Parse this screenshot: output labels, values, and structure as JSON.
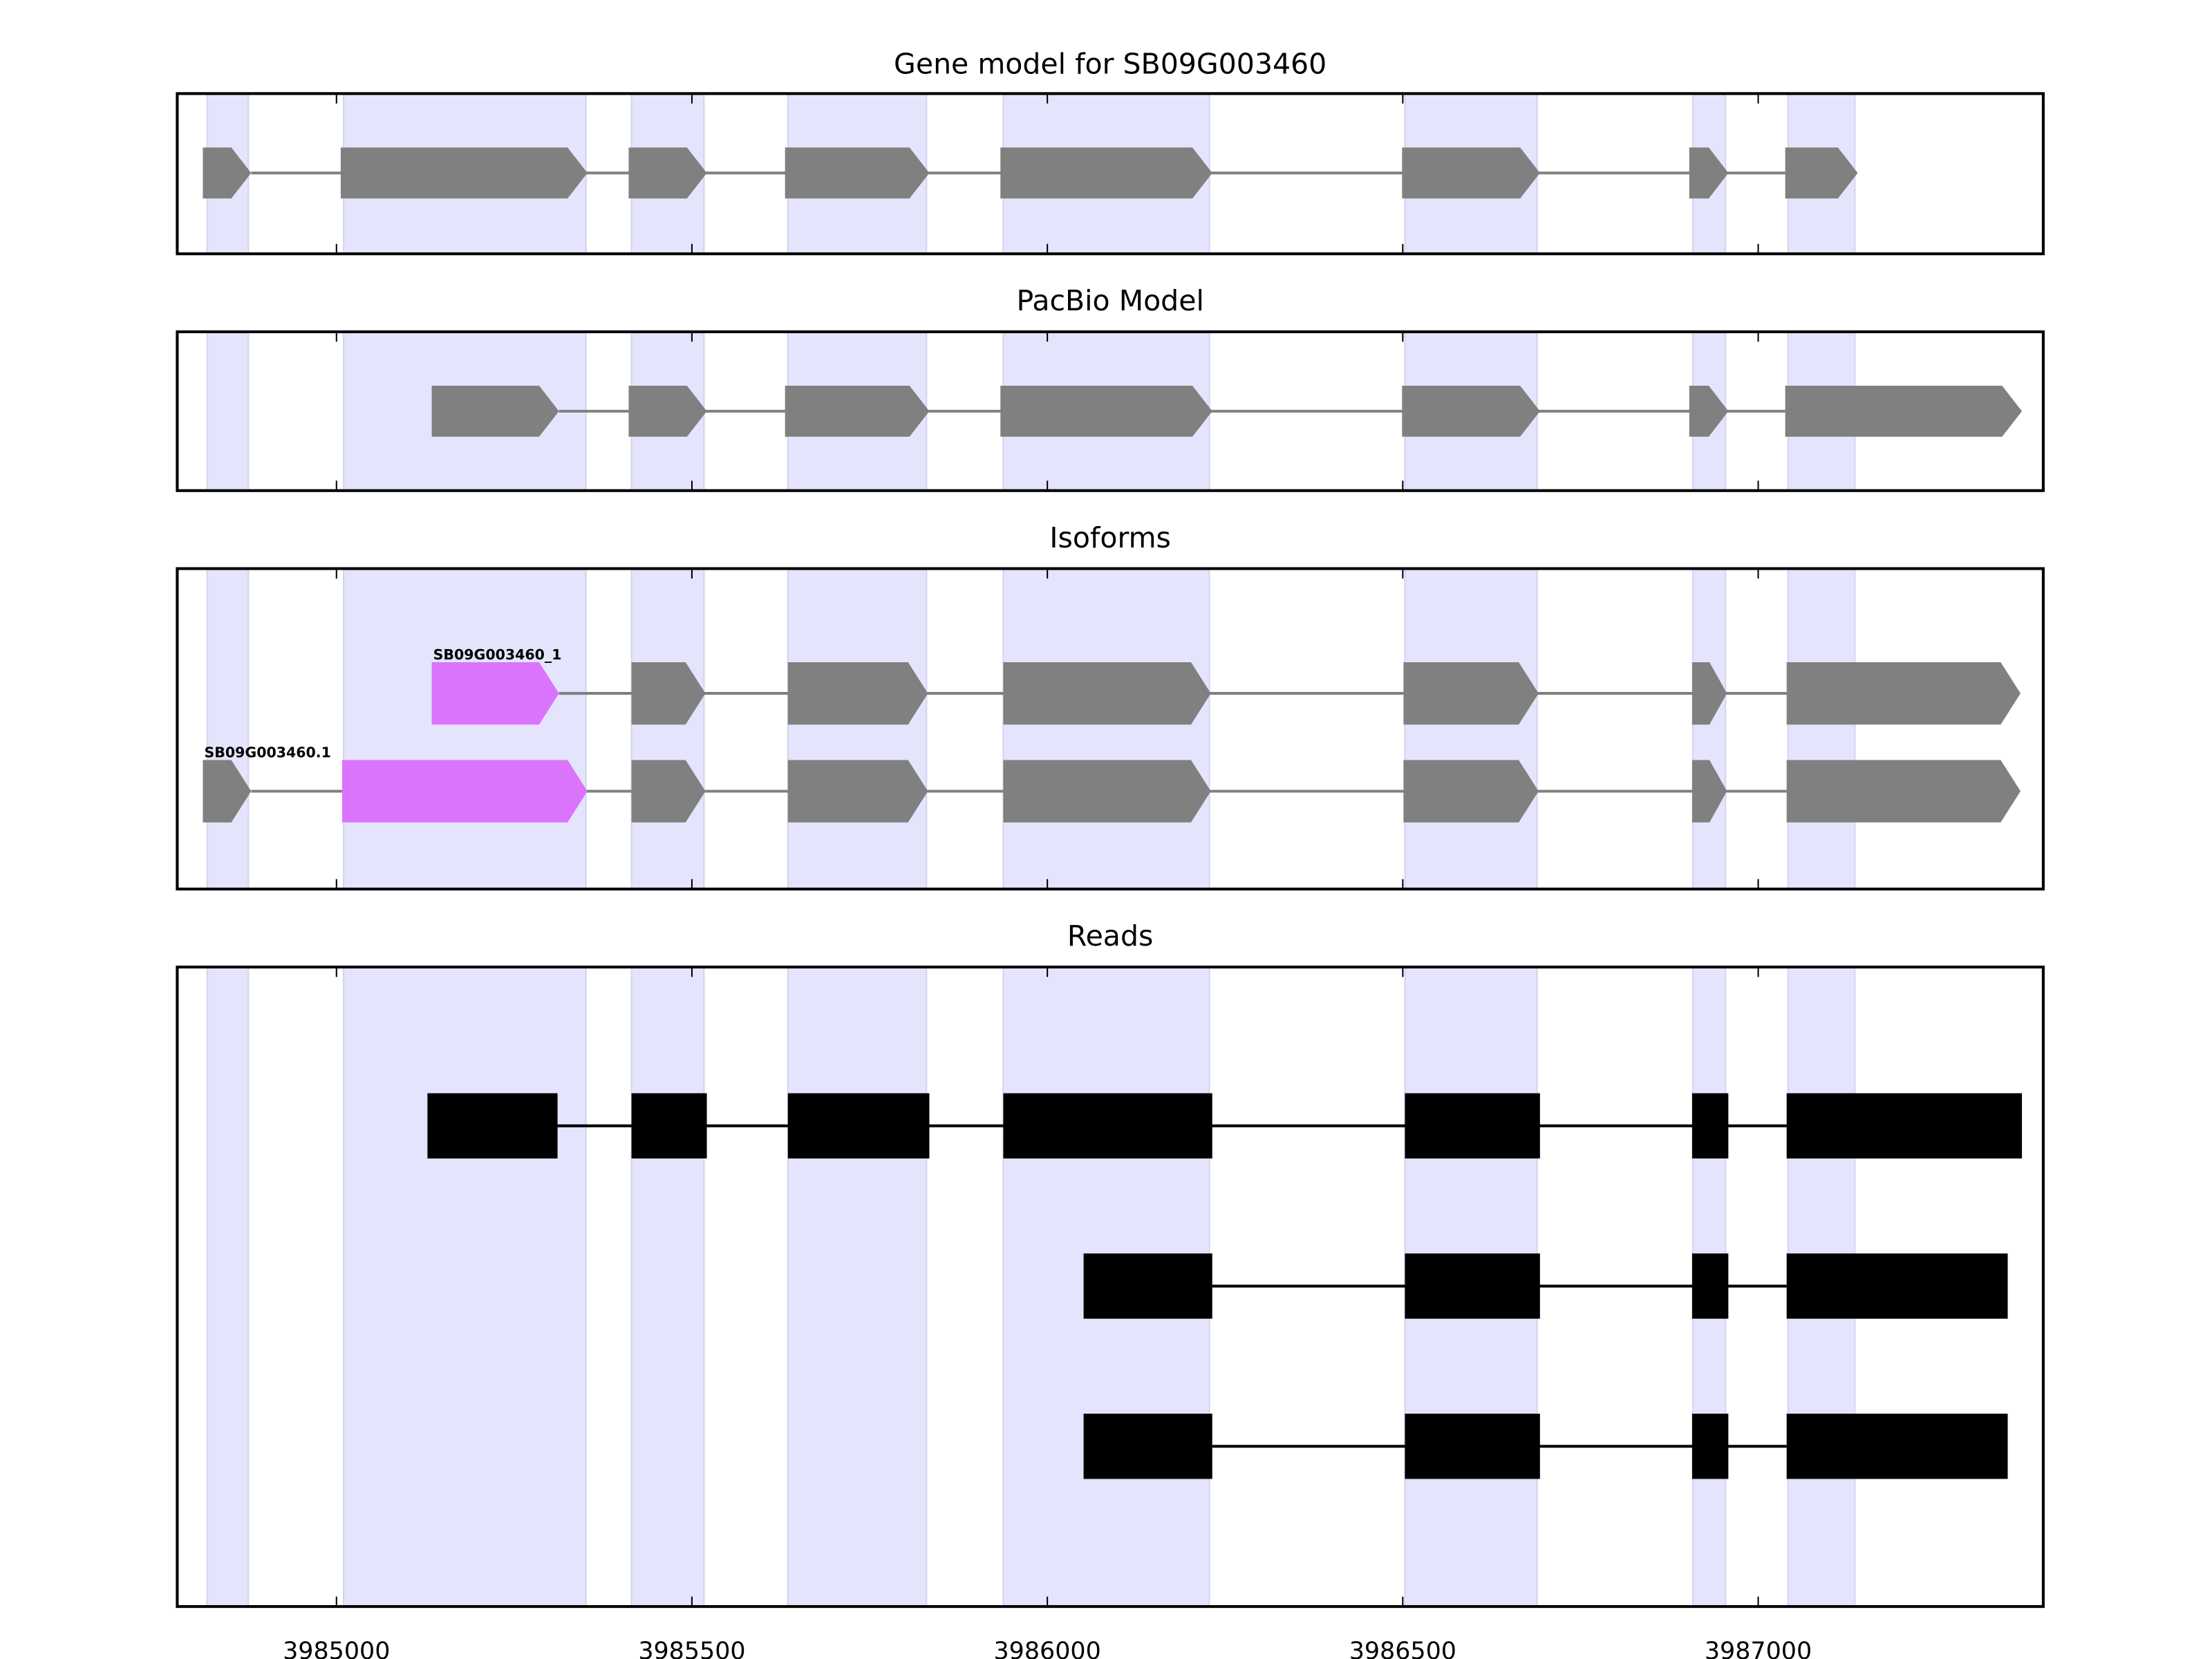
{
  "colors": {
    "shade": "#e4e4fc",
    "shade_edge": "#d4d4f0",
    "exon": "#808080",
    "highlight": "#db74fc",
    "read": "#000000",
    "intron": "#808080"
  },
  "axis": {
    "xlim": [
      3984776,
      3987401
    ],
    "ticks": [
      3985000,
      3985500,
      3986000,
      3986500,
      3987000
    ],
    "tick_labels": [
      "3985000",
      "3985500",
      "3986000",
      "3986500",
      "3987000"
    ]
  },
  "shaded_regions": [
    [
      3984818,
      3984876
    ],
    [
      3985010,
      3985351
    ],
    [
      3985415,
      3985517
    ],
    [
      3985635,
      3985830
    ],
    [
      3985938,
      3986228
    ],
    [
      3986503,
      3986689
    ],
    [
      3986908,
      3986954
    ],
    [
      3987042,
      3987136
    ]
  ],
  "panels": [
    {
      "title": "Gene model for SB09G003460",
      "tracks": [
        {
          "label": "",
          "exons": [
            [
              3984812,
              3984880
            ],
            [
              3985006,
              3985353
            ],
            [
              3985411,
              3985521
            ],
            [
              3985631,
              3985834
            ],
            [
              3985934,
              3986232
            ],
            [
              3986499,
              3986693
            ],
            [
              3986903,
              3986958
            ],
            [
              3987038,
              3987140
            ]
          ],
          "highlight": []
        }
      ]
    },
    {
      "title": "PacBio Model",
      "tracks": [
        {
          "label": "",
          "exons": [
            [
              3985134,
              3985313
            ],
            [
              3985411,
              3985521
            ],
            [
              3985631,
              3985834
            ],
            [
              3985934,
              3986232
            ],
            [
              3986499,
              3986693
            ],
            [
              3986903,
              3986958
            ],
            [
              3987038,
              3987371
            ]
          ],
          "highlight": []
        }
      ]
    },
    {
      "title": "Isoforms",
      "tracks": [
        {
          "label": "SB09G003460_1",
          "exons": [
            [
              3985134,
              3985313
            ],
            [
              3985415,
              3985519
            ],
            [
              3985635,
              3985832
            ],
            [
              3985938,
              3986230
            ],
            [
              3986501,
              3986691
            ],
            [
              3986907,
              3986956
            ],
            [
              3987040,
              3987369
            ]
          ],
          "highlight": [
            0
          ]
        },
        {
          "label": "SB09G003460.1",
          "exons": [
            [
              3984812,
              3984880
            ],
            [
              3985008,
              3985353
            ],
            [
              3985415,
              3985519
            ],
            [
              3985635,
              3985832
            ],
            [
              3985938,
              3986230
            ],
            [
              3986501,
              3986691
            ],
            [
              3986907,
              3986956
            ],
            [
              3987040,
              3987369
            ]
          ],
          "highlight": [
            1
          ]
        }
      ]
    },
    {
      "title": "Reads",
      "tracks": [
        {
          "label": "",
          "exons": [
            [
              3985128,
              3985311
            ],
            [
              3985415,
              3985521
            ],
            [
              3985635,
              3985834
            ],
            [
              3985938,
              3986232
            ],
            [
              3986503,
              3986693
            ],
            [
              3986907,
              3986958
            ],
            [
              3987040,
              3987371
            ]
          ],
          "highlight": []
        },
        {
          "label": "",
          "exons": [
            [
              3986051,
              3986232
            ],
            [
              3986503,
              3986693
            ],
            [
              3986907,
              3986958
            ],
            [
              3987040,
              3987351
            ]
          ],
          "highlight": []
        },
        {
          "label": "",
          "exons": [
            [
              3986051,
              3986232
            ],
            [
              3986503,
              3986693
            ],
            [
              3986907,
              3986958
            ],
            [
              3987040,
              3987351
            ]
          ],
          "highlight": []
        }
      ]
    }
  ]
}
